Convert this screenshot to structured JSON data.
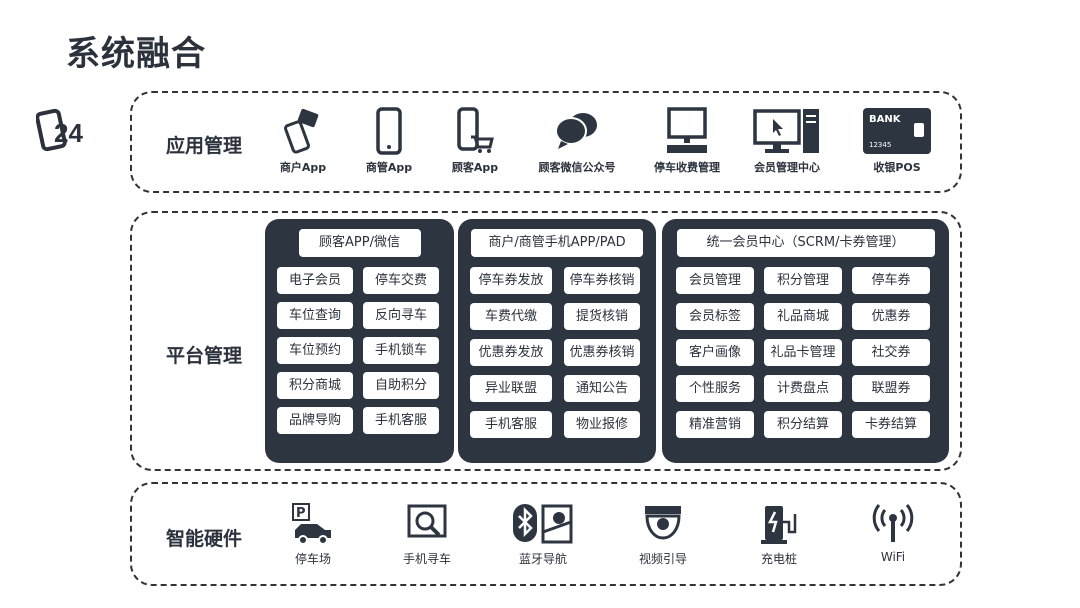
{
  "title": "系统融合",
  "logo_text": "24",
  "app_layer": {
    "label": "应用管理",
    "items": [
      {
        "label": "商户App",
        "icon": "merchant-phone-icon"
      },
      {
        "label": "商管App",
        "icon": "phone-icon"
      },
      {
        "label": "顾客App",
        "icon": "phone-cart-icon"
      },
      {
        "label": "顾客微信公众号",
        "icon": "chat-bubbles-icon"
      },
      {
        "label": "停车收费管理",
        "icon": "monitor-icon"
      },
      {
        "label": "会员管理中心",
        "icon": "desktop-computer-icon"
      },
      {
        "label": "收银POS",
        "icon": "bank-card-icon",
        "card_bank": "BANK",
        "card_number": "12345"
      }
    ]
  },
  "platform_layer": {
    "label": "平台管理",
    "panels": [
      {
        "header": "顾客APP/微信",
        "items": [
          "电子会员",
          "停车交费",
          "车位查询",
          "反向寻车",
          "车位预约",
          "手机锁车",
          "积分商城",
          "自助积分",
          "品牌导购",
          "手机客服"
        ]
      },
      {
        "header": "商户/商管手机APP/PAD",
        "items": [
          "停车券发放",
          "停车券核销",
          "车费代缴",
          "提货核销",
          "优惠券发放",
          "优惠券核销",
          "异业联盟",
          "通知公告",
          "手机客服",
          "物业报修"
        ]
      },
      {
        "header": "统一会员中心（SCRM/卡券管理）",
        "items": [
          "会员管理",
          "积分管理",
          "停车券",
          "会员标签",
          "礼品商城",
          "优惠券",
          "客户画像",
          "礼品卡管理",
          "社交券",
          "个性服务",
          "计费盘点",
          "联盟券",
          "精准营销",
          "积分结算",
          "卡券结算"
        ]
      }
    ]
  },
  "hardware_layer": {
    "label": "智能硬件",
    "items": [
      {
        "label": "停车场",
        "icon": "parking-car-icon",
        "sign": "P"
      },
      {
        "label": "手机寻车",
        "icon": "phone-search-icon"
      },
      {
        "label": "蓝牙导航",
        "icon": "bluetooth-map-icon"
      },
      {
        "label": "视频引导",
        "icon": "camera-icon"
      },
      {
        "label": "充电桩",
        "icon": "charging-station-icon"
      },
      {
        "label": "WiFi",
        "icon": "wifi-icon"
      }
    ]
  },
  "colors": {
    "dark": "#2d3540"
  }
}
